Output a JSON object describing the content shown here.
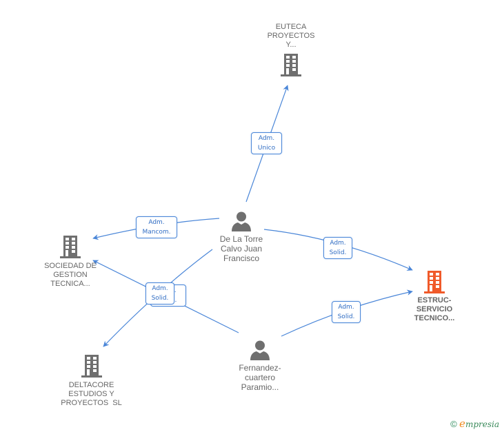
{
  "colors": {
    "edge": "#4a86d8",
    "building_default": "#6f6f6f",
    "building_focus": "#f05a2a",
    "person": "#6f6f6f",
    "text": "#666666"
  },
  "nodes": [
    {
      "id": "euteca",
      "type": "company",
      "icon": "building-icon",
      "lines": [
        "EUTECA",
        "PROYECTOS",
        "Y..."
      ],
      "focus": false
    },
    {
      "id": "sociedad",
      "type": "company",
      "icon": "building-icon",
      "lines": [
        "SOCIEDAD DE",
        "GESTION",
        "TECNICA..."
      ],
      "focus": false
    },
    {
      "id": "deltacore",
      "type": "company",
      "icon": "building-icon",
      "lines": [
        "DELTACORE",
        "ESTUDIOS Y",
        "PROYECTOS  SL"
      ],
      "focus": false
    },
    {
      "id": "estruc",
      "type": "company",
      "icon": "building-icon",
      "lines": [
        "ESTRUC-",
        "SERVICIO",
        "TECNICO..."
      ],
      "focus": true
    },
    {
      "id": "delatorre",
      "type": "person",
      "icon": "person-icon",
      "lines": [
        "De La Torre",
        "Calvo Juan",
        "Francisco"
      ],
      "focus": false
    },
    {
      "id": "fernandez",
      "type": "person",
      "icon": "person-icon",
      "lines": [
        "Fernandez-",
        "cuartero",
        "Paramio..."
      ],
      "focus": false
    }
  ],
  "edges": [
    {
      "from": "delatorre",
      "to": "euteca",
      "label": [
        "Adm.",
        "Unico"
      ]
    },
    {
      "from": "delatorre",
      "to": "sociedad",
      "label": [
        "Adm.",
        "Mancom."
      ]
    },
    {
      "from": "delatorre",
      "to": "estruc",
      "label": [
        "Adm.",
        "Solid."
      ]
    },
    {
      "from": "delatorre",
      "to": "deltacore",
      "label": [
        "Adm.",
        "Solid."
      ]
    },
    {
      "from": "fernandez",
      "to": "sociedad",
      "label": [
        "Adm.",
        "Solid."
      ]
    },
    {
      "from": "fernandez",
      "to": "estruc",
      "label": [
        "Adm.",
        "Solid."
      ]
    }
  ],
  "footer": {
    "copyright": "©",
    "brand_initial": "e",
    "brand_rest": "mpresia"
  }
}
